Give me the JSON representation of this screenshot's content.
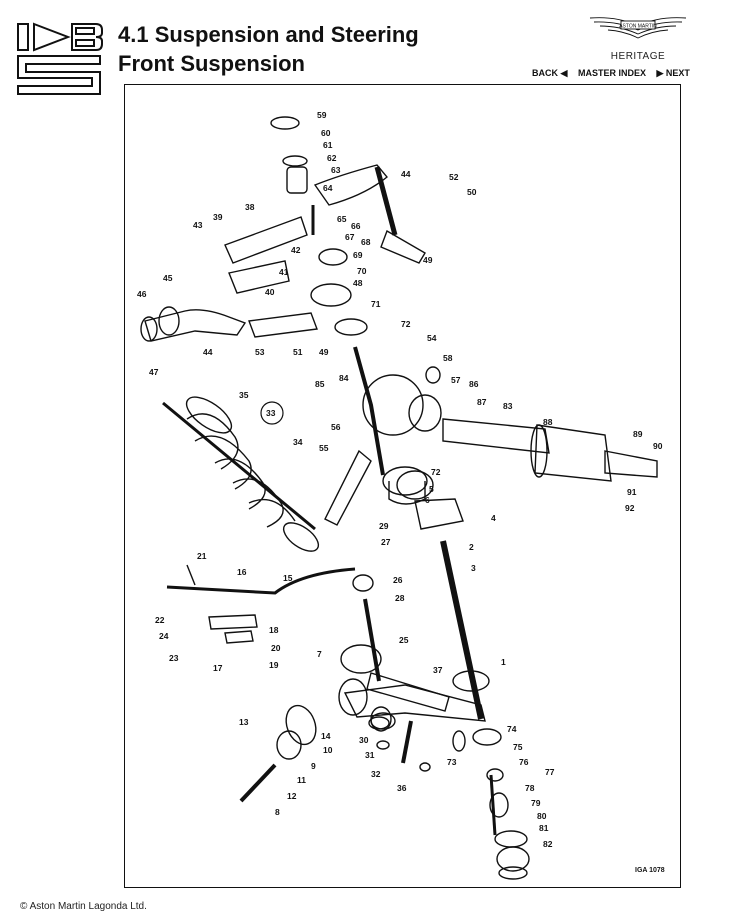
{
  "header": {
    "title_line1": "4.1 Suspension and Steering",
    "title_line2": "Front Suspension",
    "brand_name": "ASTON MARTIN",
    "brand_sub": "HERITAGE"
  },
  "nav": {
    "back": "BACK",
    "master_index": "MASTER INDEX",
    "next": "NEXT"
  },
  "diagram": {
    "reference_code": "IGA 1078",
    "callouts": [
      "1",
      "2",
      "3",
      "4",
      "5",
      "6",
      "7",
      "8",
      "9",
      "10",
      "11",
      "12",
      "13",
      "14",
      "15",
      "16",
      "17",
      "18",
      "19",
      "20",
      "21",
      "22",
      "23",
      "24",
      "25",
      "26",
      "27",
      "28",
      "29",
      "30",
      "31",
      "32",
      "33",
      "34",
      "35",
      "36",
      "37",
      "38",
      "39",
      "40",
      "41",
      "42",
      "43",
      "44",
      "45",
      "46",
      "47",
      "48",
      "49",
      "50",
      "51",
      "52",
      "53",
      "54",
      "55",
      "56",
      "57",
      "58",
      "59",
      "60",
      "61",
      "62",
      "63",
      "64",
      "65",
      "66",
      "67",
      "68",
      "69",
      "70",
      "71",
      "72",
      "73",
      "74",
      "75",
      "76",
      "77",
      "78",
      "79",
      "80",
      "81",
      "82",
      "83",
      "84",
      "85",
      "86",
      "87",
      "88",
      "89",
      "90",
      "91",
      "92"
    ]
  },
  "footer": {
    "copyright": "© Aston Martin Lagonda Ltd."
  },
  "colors": {
    "ink": "#111111",
    "paper": "#ffffff"
  }
}
